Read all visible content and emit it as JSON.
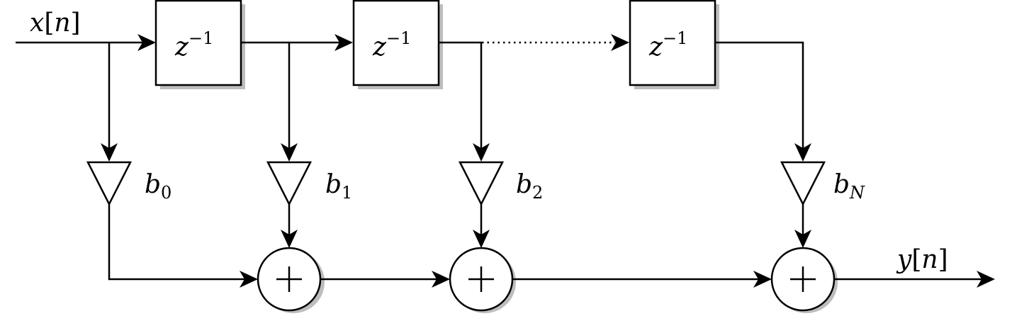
{
  "input": {
    "symbol": "x",
    "open": "[",
    "index": "n",
    "close": "]"
  },
  "output": {
    "symbol": "y",
    "open": "[",
    "index": "n",
    "close": "]"
  },
  "delays": [
    {
      "base": "z",
      "exponent": "−1"
    },
    {
      "base": "z",
      "exponent": "−1"
    },
    {
      "base": "z",
      "exponent": "−1"
    }
  ],
  "coefficients": [
    {
      "base": "b",
      "sub": "0"
    },
    {
      "base": "b",
      "sub": "1"
    },
    {
      "base": "b",
      "sub": "2"
    },
    {
      "base": "b",
      "sub": "N"
    }
  ],
  "adders": [
    {
      "symbol": "+"
    },
    {
      "symbol": "+"
    },
    {
      "symbol": "+"
    }
  ]
}
